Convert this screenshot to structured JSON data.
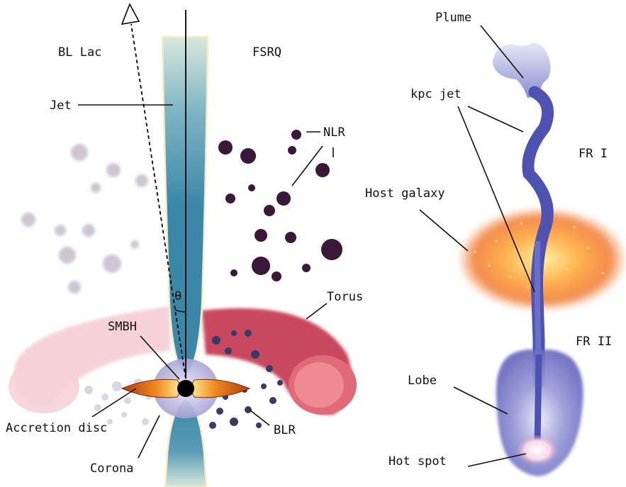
{
  "labels": {
    "bl_lac": "BL Lac",
    "fsrq": "FSRQ",
    "jet": "Jet",
    "nlr": "NLR",
    "theta": "θ",
    "torus": "Torus",
    "smbh": "SMBH",
    "accretion_disc": "Accretion disc",
    "corona": "Corona",
    "blr": "BLR",
    "plume": "Plume",
    "kpc_jet": "kpc jet",
    "fr1": "FR I",
    "host_galaxy": "Host galaxy",
    "fr2": "FR II",
    "lobe": "Lobe",
    "hot_spot": "Hot spot"
  },
  "colors": {
    "jet_top": "#cfe0d8",
    "jet_main": "#3a87a8",
    "torus": "#c8485e",
    "disc": "#d06010",
    "corona": "#b8b4dc",
    "nlr_fsrq": "#3a1838",
    "nlr_bllac": "#cdc6d2",
    "blr": "#3a3a68",
    "radio_jet": "#4e52b0",
    "host_galaxy": "#f07a30"
  }
}
